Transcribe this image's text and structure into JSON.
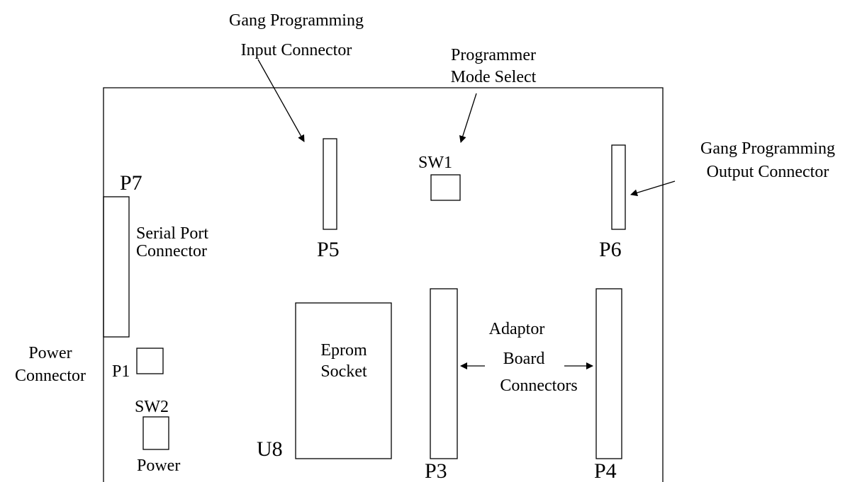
{
  "labels": {
    "gang_input": [
      "Gang Programming",
      "Input Connector"
    ],
    "mode_select": [
      "Programmer",
      "Mode Select"
    ],
    "gang_output": [
      "Gang Programming",
      "Output Connector"
    ],
    "sw1": "SW1",
    "p7": "P7",
    "serial_port": [
      "Serial Port",
      "Connector"
    ],
    "p5": "P5",
    "p6": "P6",
    "adaptor": [
      "Adaptor",
      "Board",
      "Connectors"
    ],
    "eprom": [
      "Eprom",
      "Socket"
    ],
    "power_connector": [
      "Power",
      "Connector"
    ],
    "p1": "P1",
    "sw2": "SW2",
    "power": "Power",
    "u8": "U8",
    "p3": "P3",
    "p4": "P4"
  }
}
